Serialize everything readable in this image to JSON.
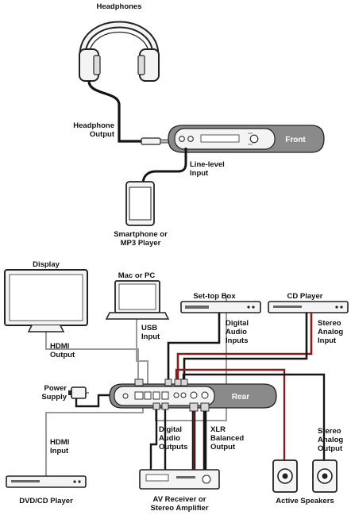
{
  "labels": {
    "headphones": "Headphones",
    "headphone_output_1": "Headphone",
    "headphone_output_2": "Output",
    "front": "Front",
    "line_level_1": "Line-level",
    "line_level_2": "Input",
    "smartphone_1": "Smartphone or",
    "smartphone_2": "MP3 Player",
    "display": "Display",
    "mac_pc": "Mac or PC",
    "settop": "Set-top Box",
    "cd_player": "CD Player",
    "usb_1": "USB",
    "usb_2": "Input",
    "dig_in_1": "Digital",
    "dig_in_2": "Audio",
    "dig_in_3": "Inputs",
    "stereo_in_1": "Stereo",
    "stereo_in_2": "Analog",
    "stereo_in_3": "Input",
    "hdmi_out_1": "HDMI",
    "hdmi_out_2": "Output",
    "power_1": "Power",
    "power_2": "Supply",
    "rear": "Rear",
    "hdmi_in_1": "HDMI",
    "hdmi_in_2": "Input",
    "dig_out_1": "Digital",
    "dig_out_2": "Audio",
    "dig_out_3": "Outputs",
    "xlr_1": "XLR",
    "xlr_2": "Balanced",
    "xlr_3": "Output",
    "stereo_out_1": "Stereo",
    "stereo_out_2": "Analog",
    "stereo_out_3": "Output",
    "dvd": "DVD/CD Player",
    "av_1": "AV Receiver or",
    "av_2": "Stereo Amplifier",
    "speakers": "Active Speakers"
  },
  "colors": {
    "panel": "#8a8a8a",
    "device_fill": "#f4f4f4",
    "outline": "#222222",
    "cable_black": "#151515",
    "cable_red": "#8b1a1a",
    "cable_gray": "#9a9a9a"
  }
}
